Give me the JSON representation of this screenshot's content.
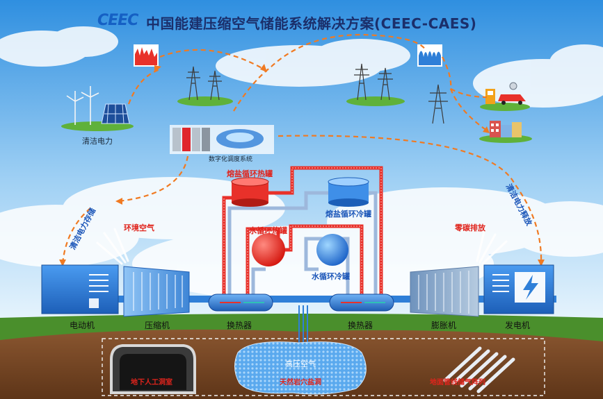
{
  "header": {
    "logo_text": "CEEC",
    "title": "中国能建压缩空气储能系统解决方案(CEEC-CAES)"
  },
  "labels": {
    "clean_power": "清洁电力",
    "digital_dispatch": "数字化调度系统",
    "clean_storage": "清洁电力存储",
    "clean_release": "清洁电力释放",
    "ambient_air": "环境空气",
    "zero_carbon": "零碳排放",
    "molten_hot": "熔盐循环热罐",
    "molten_cold": "熔盐循环冷罐",
    "water_hot": "水循环热罐",
    "water_cold": "水循环冷罐"
  },
  "equipment": {
    "motor": "电动机",
    "compressor": "压缩机",
    "hx_left": "换热器",
    "hx_right": "换热器",
    "expander": "膨胀机",
    "generator": "发电机"
  },
  "underground": {
    "high_pressure_air": "高压空气",
    "artificial_cavern": "地下人工洞室",
    "natural_cave": "天然岩穴盐洞",
    "pipe_array": "地面管线储气阵列"
  },
  "colors": {
    "hot_loop": "#e8312a",
    "cold_loop": "#9db8dc",
    "flow_arrow": "#f07a22",
    "ground": "#4a8f2c",
    "soil": "#7a4a25",
    "machine_blue": "#2f7fd8"
  }
}
